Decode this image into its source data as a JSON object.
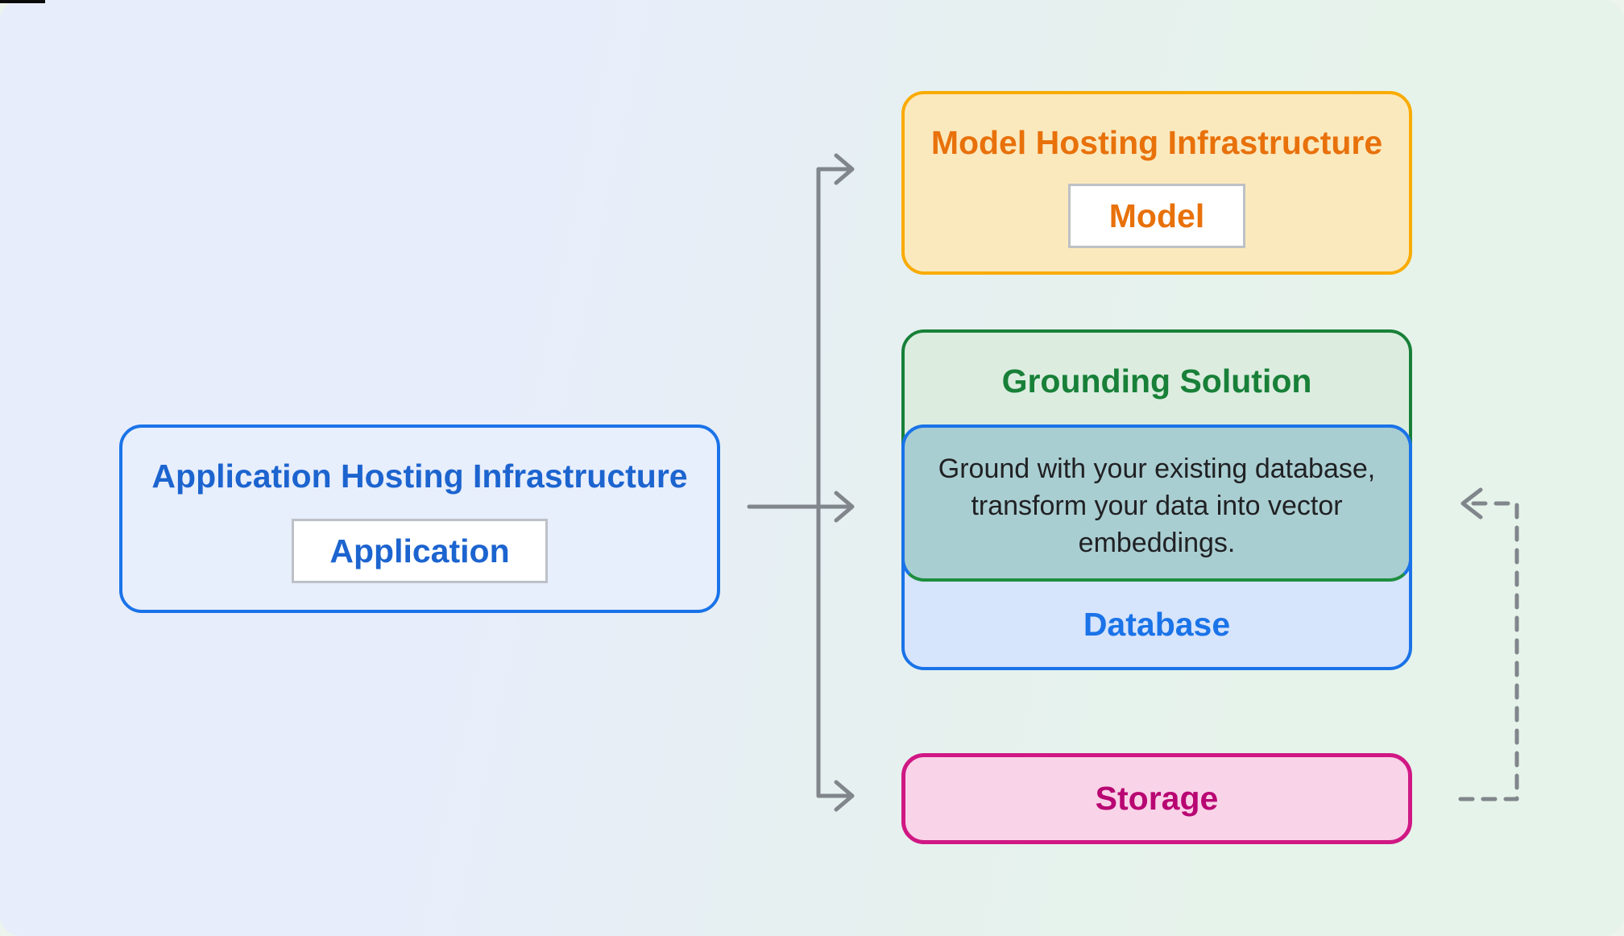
{
  "diagram": {
    "app": {
      "title": "Application Hosting Infrastructure",
      "item": "Application"
    },
    "model": {
      "title": "Model Hosting Infrastructure",
      "item": "Model"
    },
    "grounding": {
      "title": "Grounding Solution",
      "description": "Ground with your existing database, transform your data into vector embeddings.",
      "item": "Database"
    },
    "storage": {
      "label": "Storage"
    },
    "colors": {
      "blue_border": "#1a73e8",
      "blue_text": "#1c64cf",
      "blue_fill": "#e7eefc",
      "database_fill": "#d6e4fc",
      "yellow_border": "#f9ab00",
      "yellow_fill": "#fbe9be",
      "orange_text": "#e8710a",
      "green_border": "#188038",
      "green_fill": "#dcede0",
      "green_text": "#188038",
      "overlay_fill": "#a9ced1",
      "pink_border": "#d01884",
      "pink_fill": "#f9d3e8",
      "pink_text": "#b80672",
      "arrow_gray": "#80868b",
      "description_text": "#202124",
      "bg_left": "#e8edfb",
      "bg_right": "#e6f3ea"
    }
  }
}
